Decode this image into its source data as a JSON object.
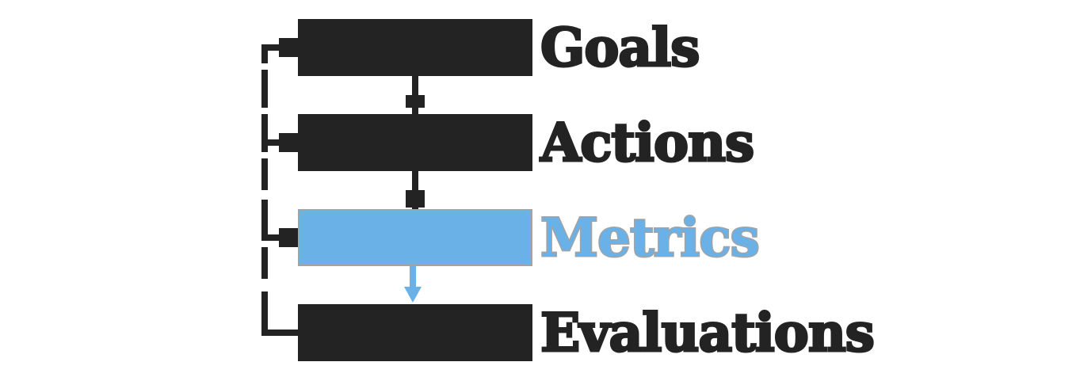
{
  "diagram": {
    "type": "feedback-loop-flow",
    "steps": [
      {
        "label": "Goals",
        "highlighted": false
      },
      {
        "label": "Actions",
        "highlighted": false
      },
      {
        "label": "Metrics",
        "highlighted": true
      },
      {
        "label": "Evaluations",
        "highlighted": false
      }
    ],
    "colors": {
      "dark": "#232323",
      "highlight": "#6ab1e7",
      "highlight_outline": "#a3a3a3",
      "background": "#ffffff"
    },
    "connections": [
      {
        "from": "Goals",
        "to": "Actions",
        "style": "solid"
      },
      {
        "from": "Actions",
        "to": "Metrics",
        "style": "solid"
      },
      {
        "from": "Metrics",
        "to": "Evaluations",
        "style": "solid-highlight"
      },
      {
        "from": "Evaluations",
        "to": [
          "Goals",
          "Actions",
          "Metrics"
        ],
        "style": "dashed-feedback"
      }
    ]
  }
}
